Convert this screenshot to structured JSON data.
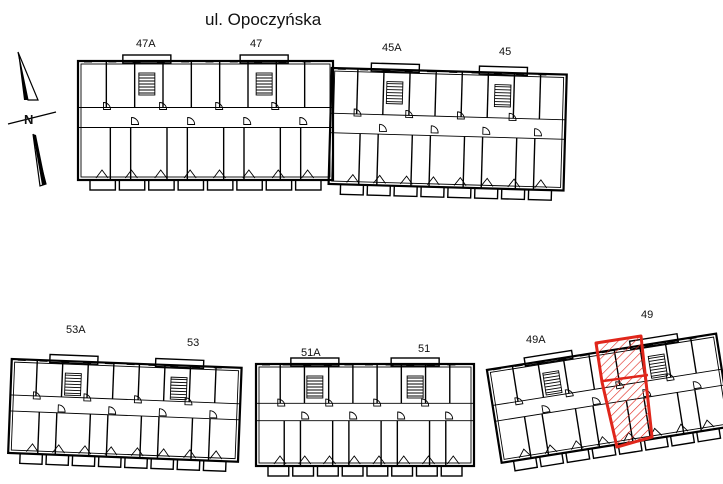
{
  "street_label": "ul. Opoczyńska",
  "compass": {
    "letter": "N",
    "icon": "north-arrow-icon"
  },
  "highlight_color": "#e0261b",
  "buildings": [
    {
      "id": "b1",
      "labels": [
        "47A",
        "47"
      ]
    },
    {
      "id": "b2",
      "labels": [
        "45A",
        "45"
      ]
    },
    {
      "id": "b3",
      "labels": [
        "53A",
        "53"
      ]
    },
    {
      "id": "b4",
      "labels": [
        "51A",
        "51"
      ]
    },
    {
      "id": "b5",
      "labels": [
        "49A",
        "49"
      ]
    }
  ],
  "selected_unit": {
    "building": "49"
  }
}
